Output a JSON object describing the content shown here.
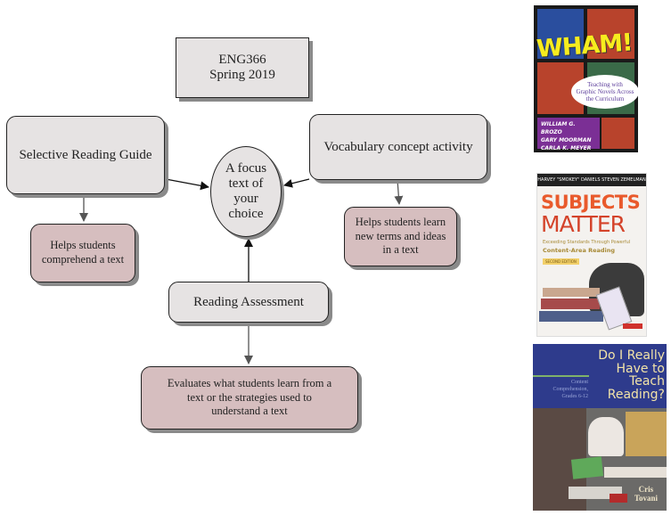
{
  "diagram": {
    "title_box": "ENG366\nSpring 2019",
    "center": "A focus\ntext of\nyour\nchoice",
    "nodes": {
      "selective_reading_guide": "Selective Reading Guide",
      "vocabulary_concept_activity": "Vocabulary concept activity",
      "reading_assessment": "Reading Assessment"
    },
    "descriptions": {
      "selective_reading_guide": "Helps students\ncomprehend a text",
      "vocabulary_concept_activity": "Helps students learn\nnew terms and ideas\nin a text",
      "reading_assessment": "Evaluates what students learn from a\ntext or the strategies used to\nunderstand a text"
    },
    "colors": {
      "node_fill": "#e6e3e3",
      "description_fill": "#d6bebf",
      "arrow": "#111111"
    }
  },
  "books": [
    {
      "title": "WHAM!",
      "subtitle": "Teaching with\nGraphic Novels Across\nthe Curriculum",
      "authors": [
        "WILLIAM G. BROZO",
        "GARY MOORMAN",
        "CARLA K. MEYER"
      ]
    },
    {
      "header": "HARVEY \"SMOKEY\" DANIELS  STEVEN ZEMELMAN",
      "title_line1": "SUBJECTS",
      "title_line2": "MATTER",
      "tagline": "Exceeding Standards Through Powerful",
      "subtitle": "Content-Area Reading",
      "edition": "SECOND EDITION"
    },
    {
      "title": "Do I Really\nHave to\nTeach\nReading?",
      "subtitle": "Content\nComprehension,\nGrades 6-12",
      "author": "Cris\nTovani"
    }
  ]
}
